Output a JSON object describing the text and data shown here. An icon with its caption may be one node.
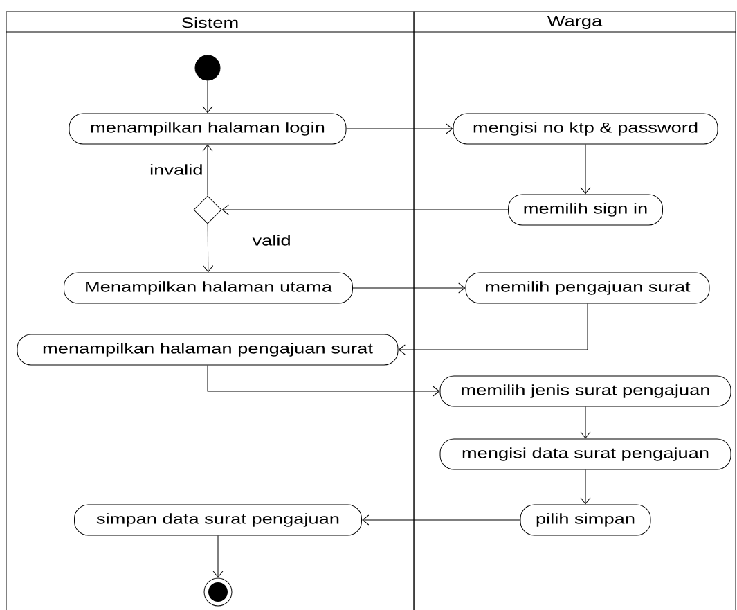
{
  "diagram": {
    "nodes": [
      {
        "text": [
          "Sistem"
        ]
      },
      {
        "text": [
          "Warga"
        ]
      },
      {
        "text": [],
        "shape": "circle",
        "in": 0
      },
      {
        "text": [
          "menampilkan halaman login"
        ],
        "in": 0
      },
      {
        "text": [
          "mengisi no ktp & password"
        ],
        "in": 1
      },
      {
        "text": [],
        "shape": "diamond",
        "in": 0
      },
      {
        "text": [
          "memilih sign in"
        ],
        "in": 1
      },
      {
        "text": [
          "Menampilkan halaman utama"
        ],
        "in": 0
      },
      {
        "text": [
          "memilih pengajuan surat"
        ],
        "in": 1
      },
      {
        "text": [
          "menampilkan halaman pengajuan surat"
        ],
        "in": 0
      },
      {
        "text": [
          "memilih jenis surat pengajuan"
        ],
        "in": 1
      },
      {
        "text": [
          "mengisi data surat pengajuan"
        ],
        "in": 1
      },
      {
        "text": [
          "pilih simpan"
        ],
        "in": 1
      },
      {
        "text": [
          "simpan data surat pengajuan"
        ],
        "in": 0
      },
      {
        "text": [],
        "shape": "bullseye",
        "in": 0
      }
    ],
    "edges": [
      {
        "from": 2,
        "to": 3,
        "arrow": "to"
      },
      {
        "from": 3,
        "to": 4,
        "arrow": "to"
      },
      {
        "from": 4,
        "to": 6,
        "arrow": "to"
      },
      {
        "from": 6,
        "to": 5,
        "arrow": "to"
      },
      {
        "from": 5,
        "to": 3,
        "arrow": "to",
        "label": "invalid"
      },
      {
        "from": 5,
        "to": 7,
        "arrow": "to",
        "label": "valid"
      },
      {
        "from": 7,
        "to": 8,
        "arrow": "to"
      },
      {
        "from": 8,
        "to": 9,
        "arrow": "to"
      },
      {
        "from": 9,
        "to": 10,
        "arrow": "to"
      },
      {
        "from": 10,
        "to": 11,
        "arrow": "to"
      },
      {
        "from": 11,
        "to": 12,
        "arrow": "to"
      },
      {
        "from": 12,
        "to": 13,
        "arrow": "to"
      },
      {
        "from": 13,
        "to": 14,
        "arrow": "to"
      }
    ]
  }
}
